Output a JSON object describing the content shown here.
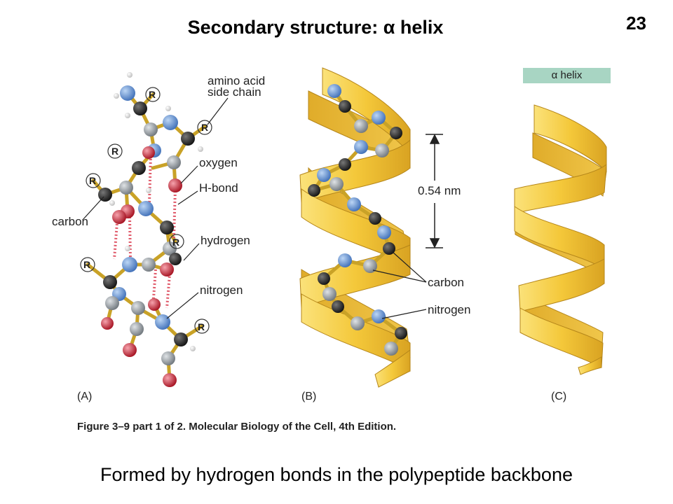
{
  "slide": {
    "title": "Secondary structure: α helix",
    "number": "23",
    "caption": "Formed by hydrogen bonds in the polypeptide backbone"
  },
  "figure": {
    "caption": "Figure 3–9 part 1 of 2. Molecular Biology of the Cell, 4th Edition.",
    "panels": {
      "a": "(A)",
      "b": "(B)",
      "c": "(C)"
    },
    "panel_a_labels": {
      "side_chain_line1": "amino acid",
      "side_chain_line2": "side chain",
      "oxygen": "oxygen",
      "hbond": "H-bond",
      "carbon": "carbon",
      "hydrogen": "hydrogen",
      "nitrogen": "nitrogen",
      "r_group": "R"
    },
    "panel_b_labels": {
      "pitch": "0.54 nm",
      "carbon": "carbon",
      "nitrogen": "nitrogen"
    },
    "panel_c_labels": {
      "tag": "α helix"
    },
    "colors": {
      "ribbon": "#f4c83a",
      "ribbon_dark": "#d9a322",
      "carbon_atom": "#222222",
      "alpha_carbon": "#9aa0a6",
      "nitrogen_atom": "#5a8fd6",
      "oxygen_atom": "#d0263a",
      "hydrogen_atom": "#f2f2f2",
      "hbond": "#e05a6a",
      "tag_bg": "#a8d5c3"
    }
  }
}
